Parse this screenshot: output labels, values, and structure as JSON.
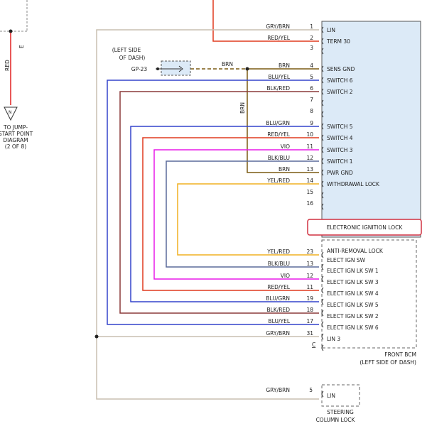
{
  "colors": {
    "GRY/BRN": "#c8bfb0",
    "RED/YEL": "#e03a1e",
    "BRN": "#7a5a12",
    "BLU/YEL": "#3344cc",
    "BLK/RED": "#8b3a3a",
    "BLU/GRN": "#3344cc",
    "VIO": "#e81ae8",
    "BLK/BLU": "#5a6a9a",
    "YEL/RED": "#f0b020",
    "RED": "#e02020",
    "box_fill": "#dceaf7",
    "box_stroke": "#555555",
    "highlight": "#d03040"
  },
  "left_fragment": {
    "red_label": "RED",
    "red_pin": "E",
    "jump_node": "N",
    "jump_text": [
      "TO JUMP-",
      "START POINT",
      "DIAGRAM",
      "(2 OF 8)"
    ]
  },
  "ground_point": {
    "lines": [
      "(LEFT SIDE",
      "OF DASH)"
    ],
    "id": "GP-23",
    "brn_label": "BRN"
  },
  "vertical_brn": "BRN",
  "bcm_top_pins": [
    {
      "pin": "1",
      "wire": "GRY/BRN",
      "func": "LIN"
    },
    {
      "pin": "2",
      "wire": "RED/YEL",
      "func": "TERM 30"
    },
    {
      "pin": "3",
      "wire": "",
      "func": ""
    },
    {
      "pin": "4",
      "wire": "BRN",
      "func": "SENS GND"
    },
    {
      "pin": "5",
      "wire": "BLU/YEL",
      "func": "SWITCH 6"
    },
    {
      "pin": "6",
      "wire": "BLK/RED",
      "func": "SWITCH 2"
    },
    {
      "pin": "7",
      "wire": "",
      "func": ""
    },
    {
      "pin": "8",
      "wire": "",
      "func": ""
    },
    {
      "pin": "9",
      "wire": "BLU/GRN",
      "func": "SWITCH 5"
    },
    {
      "pin": "10",
      "wire": "RED/YEL",
      "func": "SWITCH 4"
    },
    {
      "pin": "11",
      "wire": "VIO",
      "func": "SWITCH 3"
    },
    {
      "pin": "12",
      "wire": "BLK/BLU",
      "func": "SWITCH 1"
    },
    {
      "pin": "13",
      "wire": "BRN",
      "func": "PWR GND"
    },
    {
      "pin": "14",
      "wire": "YEL/RED",
      "func": "WITHDRAWAL LOCK"
    },
    {
      "pin": "15",
      "wire": "",
      "func": ""
    },
    {
      "pin": "16",
      "wire": "",
      "func": ""
    }
  ],
  "highlight_label": "ELECTRONIC IGNITION LOCK",
  "bcm_bottom_pins": [
    {
      "pin": "23",
      "wire": "YEL/RED",
      "func": "ANTI-REMOVAL LOCK"
    },
    {
      "pin": "13",
      "wire": "BLK/BLU",
      "func": "ELECT IGN SW"
    },
    {
      "pin": "12",
      "wire": "VIO",
      "func": "ELECT IGN LK SW 1"
    },
    {
      "pin": "11",
      "wire": "RED/YEL",
      "func": "ELECT IGN LK SW 3"
    },
    {
      "pin": "19",
      "wire": "BLU/GRN",
      "func": "ELECT IGN LK SW 4"
    },
    {
      "pin": "18",
      "wire": "BLK/RED",
      "func": "ELECT IGN LK SW 5"
    },
    {
      "pin": "17",
      "wire": "BLU/YEL",
      "func": "ELECT IGN LK SW 2"
    },
    {
      "pin": "31",
      "wire": "GRY/BRN",
      "func": "ELECT IGN LK SW 6"
    },
    {
      "pin": "",
      "wire": "",
      "func": "LIN 3"
    }
  ],
  "connector_c": "C",
  "bcm_caption": [
    "FRONT BCM",
    "(LEFT SIDE OF DASH)"
  ],
  "steering": {
    "pin": "5",
    "wire": "GRY/BRN",
    "func": "LIN",
    "caption": [
      "STEERING",
      "COLUMN LOCK"
    ]
  }
}
